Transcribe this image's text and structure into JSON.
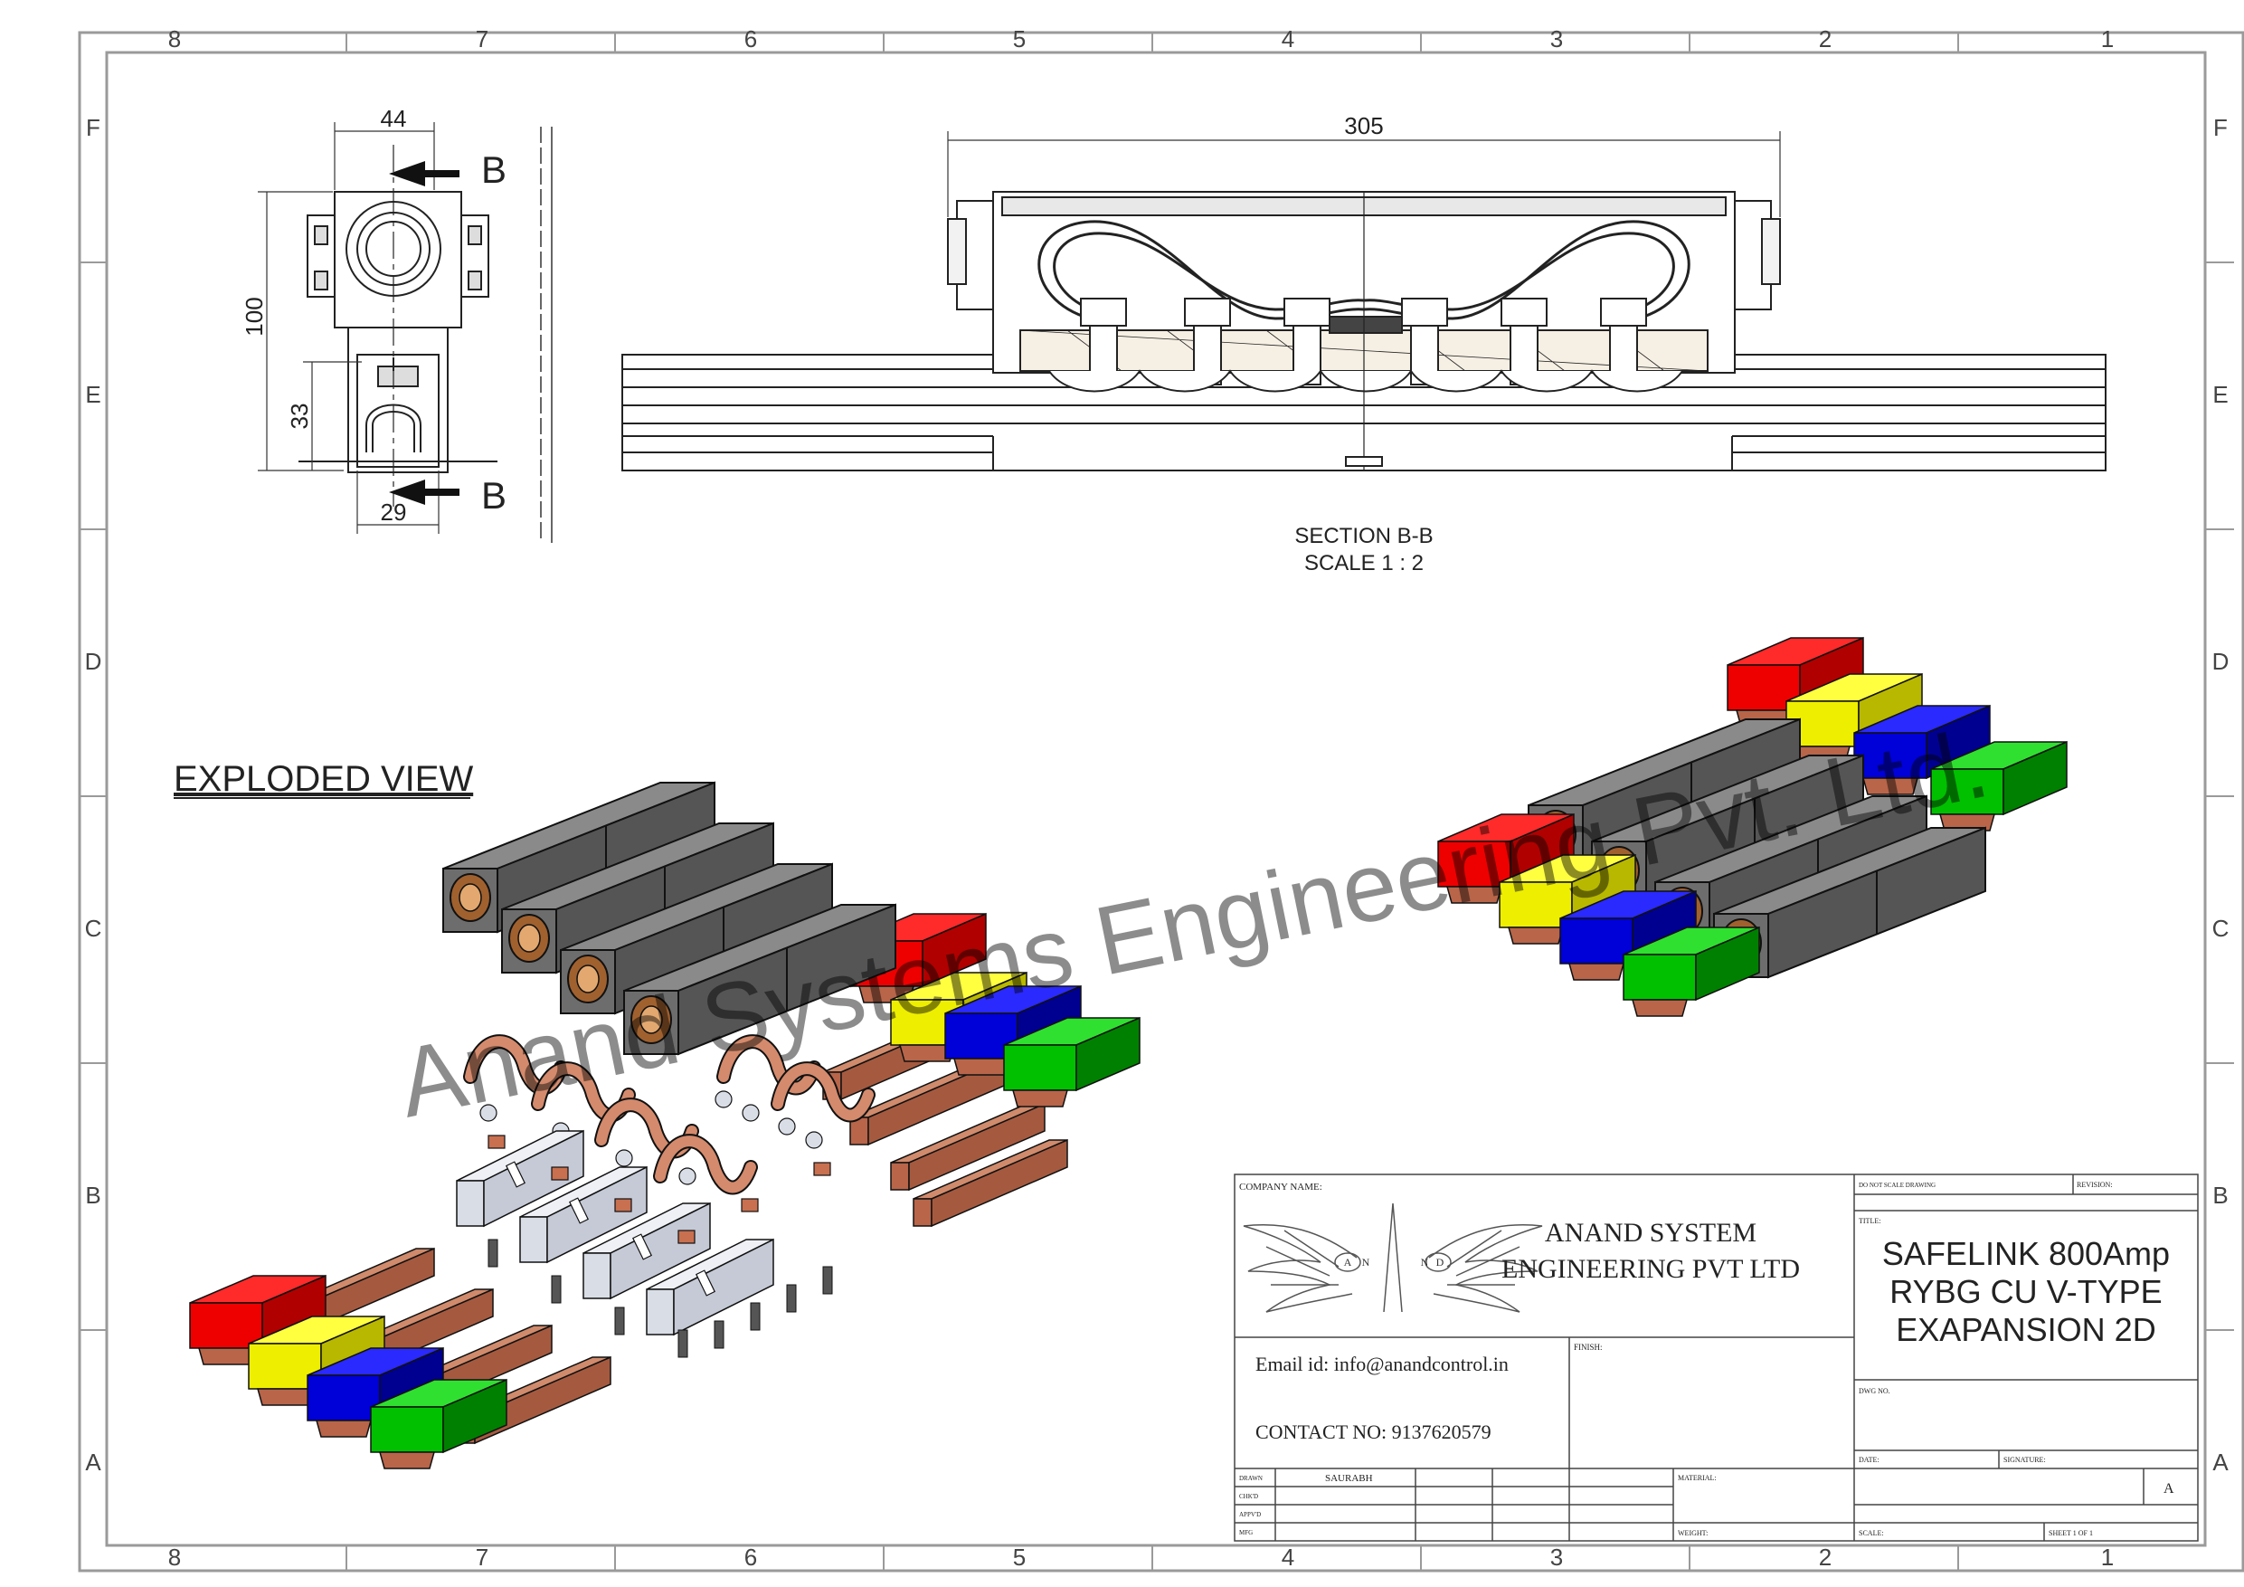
{
  "zones": {
    "columns": [
      "8",
      "7",
      "6",
      "5",
      "4",
      "3",
      "2",
      "1"
    ],
    "rows": [
      "F",
      "E",
      "D",
      "C",
      "B",
      "A"
    ]
  },
  "front_view": {
    "dim_width": "44",
    "dim_height": "100",
    "dim_lower": "33",
    "dim_bottom": "29",
    "section_marker": "B"
  },
  "section_view": {
    "dim_length": "305",
    "caption": "SECTION B-B",
    "scale": "SCALE 1 : 2"
  },
  "exploded": {
    "label": "EXPLODED VIEW"
  },
  "watermark": "Anand Systems Engineering Pvt. Ltd.",
  "colors": {
    "red": "#ff0000",
    "yellow": "#ffff00",
    "blue": "#0000d8",
    "green": "#00c000",
    "housing": "#6d6d6d",
    "copper": "#b8654a",
    "steel": "#d9dde6"
  },
  "title_block": {
    "company_name_label": "COMPANY NAME:",
    "company_line1": "ANAND SYSTEM",
    "company_line2": "ENGINEERING PVT LTD",
    "logo_letters": [
      "A",
      "N",
      "N",
      "D"
    ],
    "email": "Email id: info@anandcontrol.in",
    "contact": "CONTACT NO: 9137620579",
    "finish_label": "FINISH:",
    "do_not_scale": "DO NOT SCALE DRAWING",
    "revision_label": "REVISION:",
    "title_label": "TITLE:",
    "title_line1": "SAFELINK 800Amp",
    "title_line2": "RYBG CU V-TYPE",
    "title_line3": "EXAPANSION 2D",
    "dwg_no_label": "DWG NO.",
    "date_label": "DATE:",
    "signature_label": "SIGNATURE:",
    "drawn_label": "DRAWN",
    "drawn_by": "SAURABH",
    "chkd_label": "CHK'D",
    "appvd_label": "APPV'D",
    "mfg_label": "MFG",
    "material_label": "MATERIAL:",
    "weight_label": "WEIGHT:",
    "scale_label": "SCALE:",
    "sheet": "SHEET 1 OF 1",
    "size": "A"
  }
}
